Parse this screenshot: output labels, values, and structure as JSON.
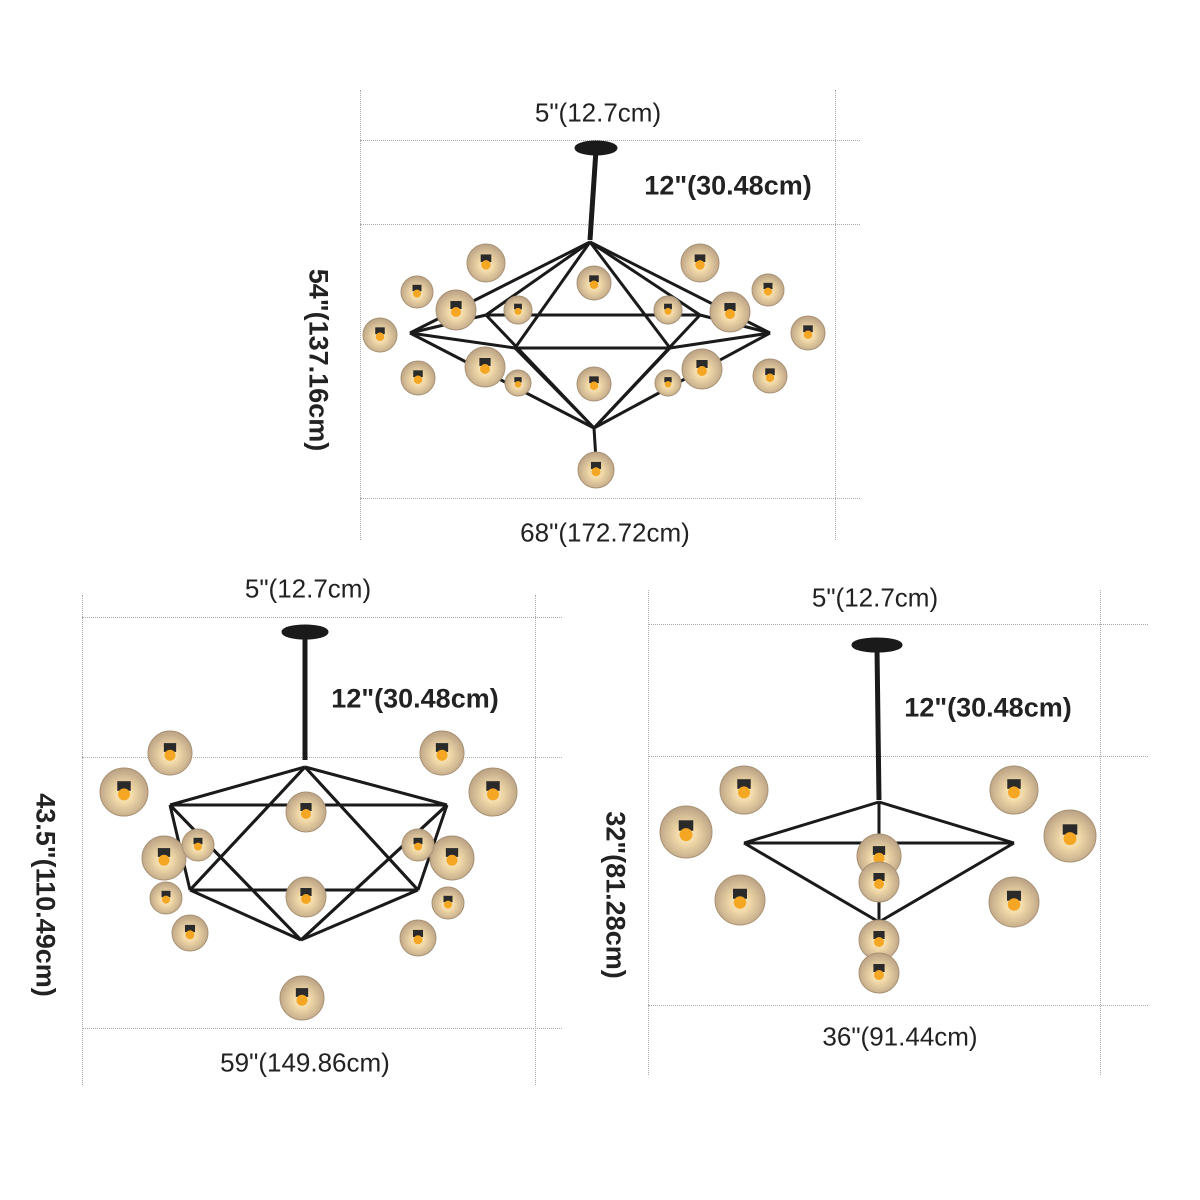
{
  "top": {
    "canopy_width": "5\"(12.7cm)",
    "rod_length": "12\"(30.48cm)",
    "height": "54\"(137.16cm)",
    "width": "68\"(172.72cm)"
  },
  "bottom_left": {
    "canopy_width": "5\"(12.7cm)",
    "rod_length": "12\"(30.48cm)",
    "height": "43.5\"(110.49cm)",
    "width": "59\"(149.86cm)"
  },
  "bottom_right": {
    "canopy_width": "5\"(12.7cm)",
    "rod_length": "12\"(30.48cm)",
    "height": "32\"(81.28cm)",
    "width": "36\"(91.44cm)"
  },
  "colors": {
    "frame": "#1a1a1a",
    "globe": "#d9c6a8",
    "bulb": "#f5a623"
  }
}
